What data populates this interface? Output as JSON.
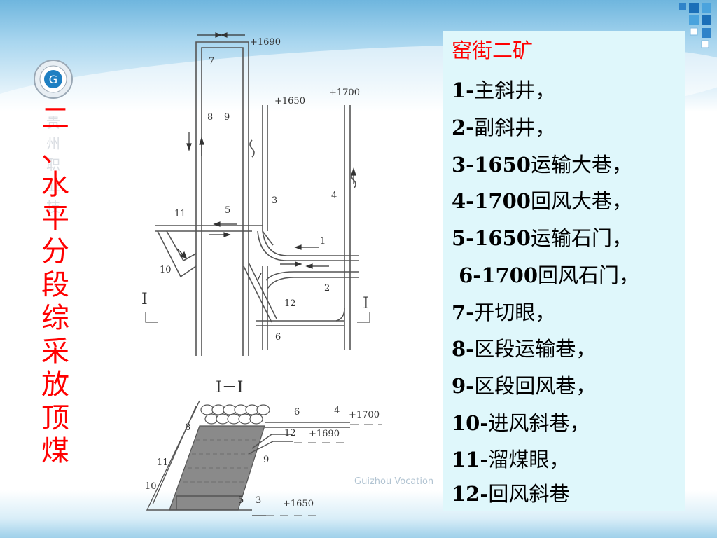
{
  "slide": {
    "vertical_title": [
      "二",
      "、",
      "水",
      "平",
      "分",
      "段",
      "综",
      "采",
      "放",
      "顶",
      "煤"
    ],
    "watermark_vertical": [
      "贵",
      "州",
      "职",
      "业",
      "技"
    ],
    "footer_watermark": "Guizhou Vocation"
  },
  "legend": {
    "title": "窑街二矿",
    "items": [
      {
        "num": "1-",
        "text": "主斜井，"
      },
      {
        "num": "2-",
        "text": "副斜井，"
      },
      {
        "num": "3-1650",
        "text": "运输大巷，"
      },
      {
        "num": "4-1700",
        "text": "回风大巷，"
      },
      {
        "num": "5-1650",
        "text": "运输石门，"
      },
      {
        "num": " 6-1700",
        "text": "回风石门，"
      },
      {
        "num": "7-",
        "text": "开切眼，"
      },
      {
        "num": "8-",
        "text": "区段运输巷，"
      },
      {
        "num": "9-",
        "text": "区段回风巷，"
      },
      {
        "num": "10-",
        "text": "进风斜巷，"
      },
      {
        "num": "11-",
        "text": "溜煤眼，"
      },
      {
        "num": "12-",
        "text": "回风斜巷"
      }
    ]
  },
  "plan_view": {
    "elevations": [
      "+1690",
      "+1650",
      "+1700"
    ],
    "labels": [
      "7",
      "8",
      "9",
      "3",
      "4",
      "11",
      "5",
      "1",
      "10",
      "2",
      "12",
      "6"
    ],
    "section_marks": [
      "I",
      "I"
    ]
  },
  "section_view": {
    "title": "I－I",
    "labels": [
      "6",
      "4",
      "8",
      "12",
      "9",
      "11",
      "10",
      "5",
      "3"
    ],
    "elevations": [
      "+1700",
      "+1690",
      "+1650"
    ]
  },
  "colors": {
    "title_red": "#ff0000",
    "legend_bg": "#dff7fb",
    "line": "#555555",
    "coal_fill": "#8a8a8a"
  }
}
